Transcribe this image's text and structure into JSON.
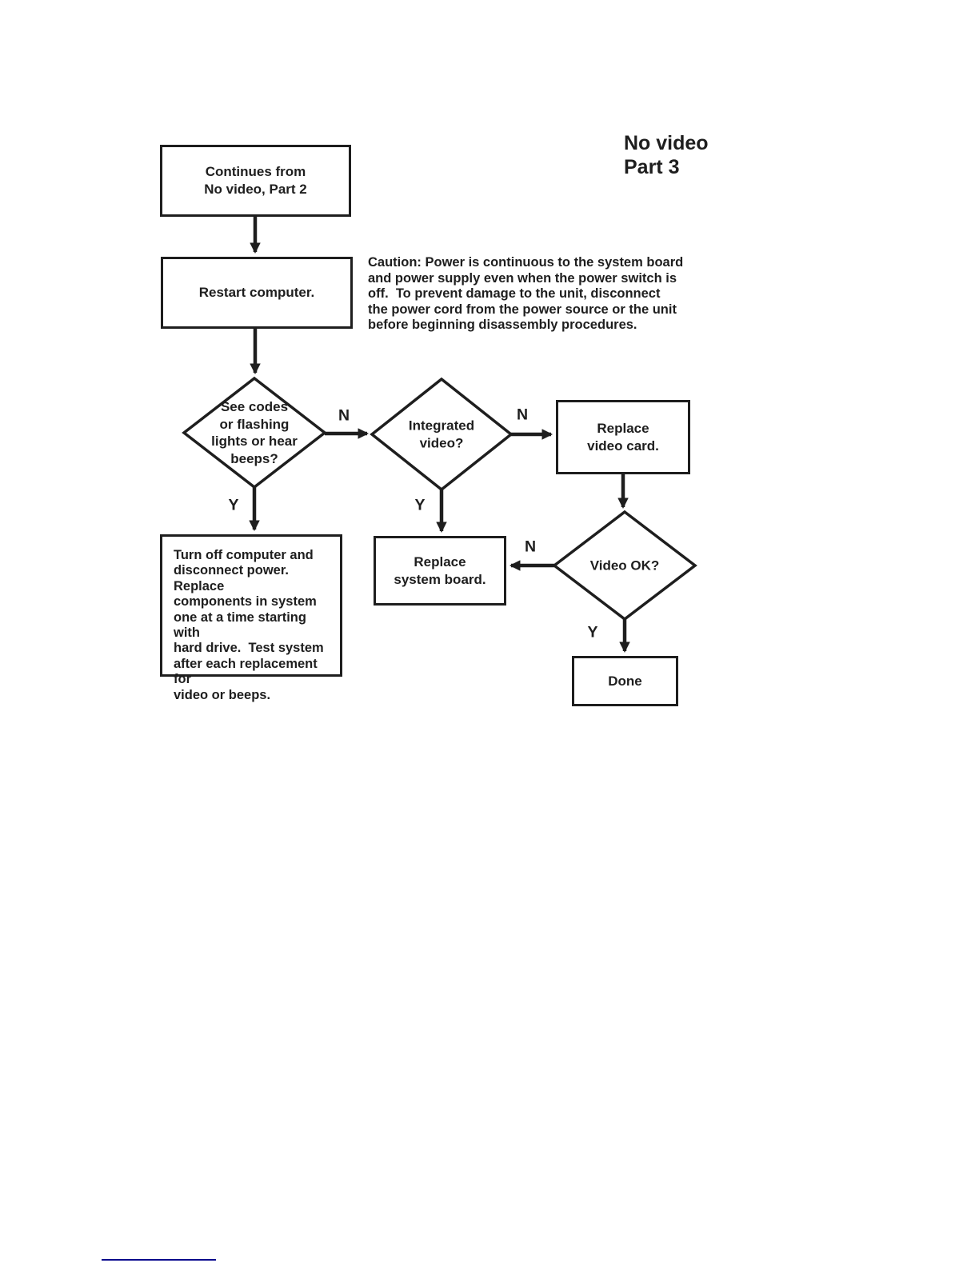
{
  "title": {
    "line1": "No video",
    "line2": "Part 3"
  },
  "caution": {
    "text": "Caution: Power is continuous to the system board\nand power supply even when the power switch is\noff.  To prevent damage to the unit, disconnect\nthe power cord from the power source or the unit\nbefore beginning disassembly procedures."
  },
  "nodes": {
    "continues": {
      "label": "Continues from\nNo video, Part 2"
    },
    "restart": {
      "label": "Restart computer."
    },
    "see_codes": {
      "label": "See codes\nor flashing\nlights or hear\nbeeps?"
    },
    "integrated_video": {
      "label": "Integrated\nvideo?"
    },
    "replace_video_card": {
      "label": "Replace\nvideo card."
    },
    "turn_off": {
      "label": "Turn off computer and\ndisconnect power.  Replace\ncomponents in system\none at a time starting with\nhard drive.  Test system\nafter each replacement for\nvideo or beeps."
    },
    "replace_system_board": {
      "label": "Replace\nsystem board."
    },
    "video_ok": {
      "label": "Video OK?"
    },
    "done": {
      "label": "Done"
    }
  },
  "edge_labels": {
    "see_codes_no": "N",
    "see_codes_yes": "Y",
    "integrated_no": "N",
    "integrated_yes": "Y",
    "video_ok_no": "N",
    "video_ok_yes": "Y"
  },
  "colors": {
    "ink": "#1e1e1e",
    "footer_link": "#00008b"
  }
}
